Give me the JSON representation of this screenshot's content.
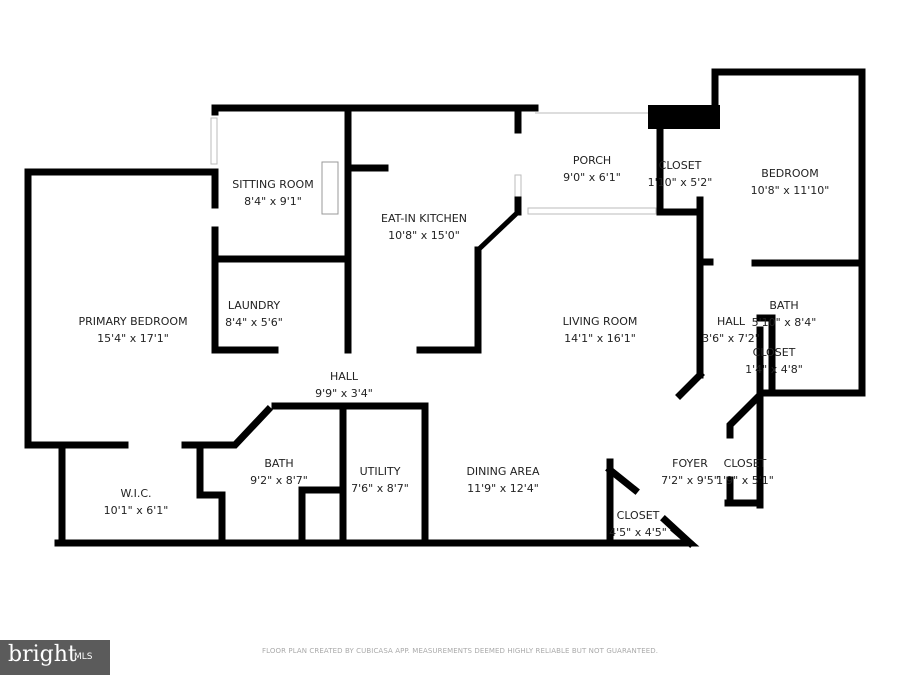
{
  "rooms": [
    {
      "name": "SITTING ROOM",
      "dims": "8'4\" x 9'1\""
    },
    {
      "name": "EAT-IN KITCHEN",
      "dims": "10'8\" x 15'0\""
    },
    {
      "name": "PORCH",
      "dims": "9'0\" x 6'1\""
    },
    {
      "name": "CLOSET",
      "dims": "1'10\" x 5'2\""
    },
    {
      "name": "BEDROOM",
      "dims": "10'8\" x 11'10\""
    },
    {
      "name": "PRIMARY BEDROOM",
      "dims": "15'4\" x 17'1\""
    },
    {
      "name": "LAUNDRY",
      "dims": "8'4\" x 5'6\""
    },
    {
      "name": "LIVING ROOM",
      "dims": "14'1\" x 16'1\""
    },
    {
      "name": "HALL",
      "dims": "3'6\" x 7'2\""
    },
    {
      "name": "BATH",
      "dims": "5'10\" x 8'4\""
    },
    {
      "name": "CLOSET",
      "dims": "1'4\" x 4'8\""
    },
    {
      "name": "HALL",
      "dims": "9'9\" x 3'4\""
    },
    {
      "name": "BATH",
      "dims": "9'2\" x 8'7\""
    },
    {
      "name": "UTILITY",
      "dims": "7'6\" x 8'7\""
    },
    {
      "name": "DINING AREA",
      "dims": "11'9\" x 12'4\""
    },
    {
      "name": "FOYER",
      "dims": "7'2\" x 9'5\""
    },
    {
      "name": "CLOSET",
      "dims": "1'9\" x 5'1\""
    },
    {
      "name": "W.I.C.",
      "dims": "10'1\" x 6'1\""
    },
    {
      "name": "CLOSET",
      "dims": "4'5\" x 4'5\""
    }
  ],
  "footer": {
    "disclaimer": "FLOOR PLAN CREATED BY CUBICASA APP. MEASUREMENTS DEEMED HIGHLY RELIABLE BUT NOT GUARANTEED.",
    "logo_text": "bright MLS"
  }
}
